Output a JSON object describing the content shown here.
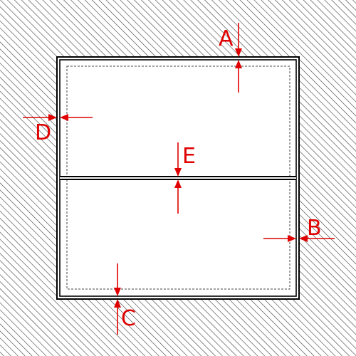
{
  "colors": {
    "background": "#ffffff",
    "hatch": "#4a4a4a",
    "frame": "#000000",
    "inset": "#444444",
    "annotation": "#e00000"
  },
  "markers": {
    "a": "A",
    "b": "B",
    "c": "C",
    "d": "D",
    "e": "E"
  }
}
